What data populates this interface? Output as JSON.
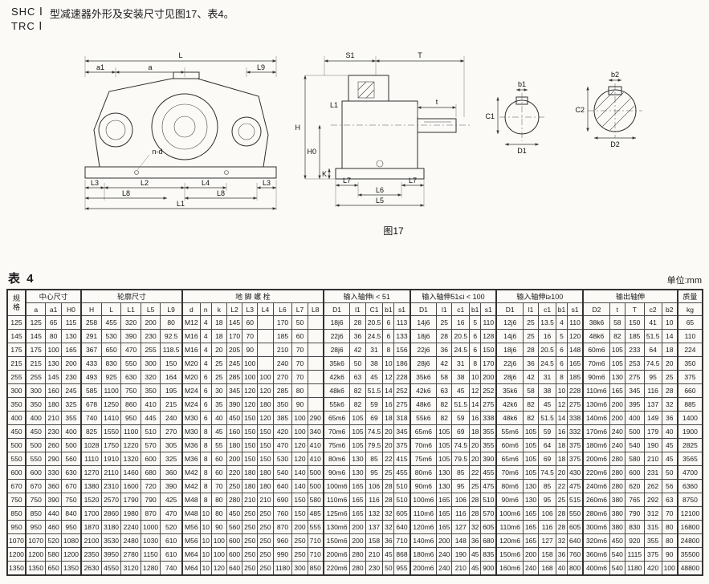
{
  "page": {
    "model_line1": "SHC Ⅰ",
    "model_line2": "TRC Ⅰ",
    "description": "型减速器外形及安装尺寸见图17、表4。"
  },
  "figure": {
    "caption": "图17",
    "labels": {
      "L": "L",
      "a": "a",
      "a1": "a1",
      "L9": "L9",
      "n_d": "n-d",
      "L2": "L2",
      "L3": "L3",
      "L4": "L4",
      "L8": "L8",
      "L1": "L1",
      "S1": "S1",
      "T": "T",
      "t": "t",
      "H": "H",
      "H0": "H0",
      "K": "K",
      "L7": "L7",
      "L6": "L6",
      "L5": "L5",
      "b1": "b1",
      "C1": "C1",
      "D1": "D1",
      "b2": "b2",
      "C2": "C2",
      "D2": "D2"
    }
  },
  "table": {
    "title": "表 4",
    "unit": "单位:mm",
    "header_groups": [
      {
        "id": "spec",
        "label": "规格"
      },
      {
        "id": "center",
        "label": "中心尺寸",
        "cols": [
          "a",
          "a1",
          "H0"
        ]
      },
      {
        "id": "contour",
        "label": "轮廓尺寸",
        "cols": [
          "H",
          "L",
          "L1",
          "L5",
          "L9"
        ]
      },
      {
        "id": "bolts",
        "label": "地 脚 螺 栓",
        "cols": [
          "d",
          "n",
          "k",
          "L2",
          "L3",
          "L4",
          "L6",
          "L7",
          "L8"
        ]
      },
      {
        "id": "input-lt51",
        "label": "输入轴伸i < 51",
        "cols": [
          "D1",
          "l1",
          "C1",
          "b1",
          "s1"
        ]
      },
      {
        "id": "input-51-100",
        "label": "输入轴伸51≤i < 100",
        "cols": [
          "D1",
          "l1",
          "c1",
          "b1",
          "s1"
        ]
      },
      {
        "id": "input-ge100",
        "label": "输入轴伸i≥100",
        "cols": [
          "D1",
          "l1",
          "c1",
          "b1",
          "s1"
        ]
      },
      {
        "id": "output",
        "label": "输出轴伸",
        "cols": [
          "D2",
          "t",
          "T",
          "c2",
          "b2"
        ]
      },
      {
        "id": "mass",
        "label": "质量",
        "cols": [
          "kg"
        ]
      }
    ],
    "rows": [
      [
        "125",
        "125",
        "65",
        "115",
        "258",
        "455",
        "320",
        "200",
        "80",
        "M12",
        "4",
        "18",
        "145",
        "60",
        "",
        "170",
        "50",
        "",
        "18j6",
        "28",
        "20.5",
        "6",
        "113",
        "14j6",
        "25",
        "16",
        "5",
        "110",
        "12j6",
        "25",
        "13.5",
        "4",
        "110",
        "38k6",
        "58",
        "150",
        "41",
        "10",
        "65"
      ],
      [
        "145",
        "145",
        "80",
        "130",
        "291",
        "530",
        "390",
        "230",
        "92.5",
        "M16",
        "4",
        "18",
        "170",
        "70",
        "",
        "185",
        "60",
        "",
        "22j6",
        "36",
        "24.5",
        "6",
        "133",
        "18j6",
        "28",
        "20.5",
        "6",
        "128",
        "14j6",
        "25",
        "16",
        "5",
        "120",
        "48k6",
        "82",
        "185",
        "51.5",
        "14",
        "110"
      ],
      [
        "175",
        "175",
        "100",
        "165",
        "367",
        "650",
        "470",
        "255",
        "118.5",
        "M16",
        "4",
        "20",
        "205",
        "90",
        "",
        "210",
        "70",
        "",
        "28j6",
        "42",
        "31",
        "8",
        "156",
        "22j6",
        "36",
        "24.5",
        "6",
        "150",
        "18j6",
        "28",
        "20.5",
        "6",
        "148",
        "60m6",
        "105",
        "233",
        "64",
        "18",
        "224"
      ],
      [
        "215",
        "215",
        "130",
        "200",
        "433",
        "830",
        "550",
        "300",
        "150",
        "M20",
        "4",
        "25",
        "245",
        "100",
        "",
        "240",
        "70",
        "",
        "35k6",
        "50",
        "38",
        "10",
        "186",
        "28j6",
        "42",
        "31",
        "8",
        "170",
        "22j6",
        "36",
        "24.5",
        "6",
        "165",
        "70m6",
        "105",
        "253",
        "74.5",
        "20",
        "350"
      ],
      [
        "255",
        "255",
        "145",
        "230",
        "493",
        "925",
        "630",
        "320",
        "164",
        "M20",
        "6",
        "25",
        "285",
        "100",
        "100",
        "270",
        "70",
        "",
        "42k6",
        "63",
        "45",
        "12",
        "228",
        "35k6",
        "58",
        "38",
        "10",
        "200",
        "28j6",
        "42",
        "31",
        "8",
        "185",
        "90m6",
        "130",
        "275",
        "95",
        "25",
        "375"
      ],
      [
        "300",
        "300",
        "160",
        "245",
        "585",
        "1100",
        "750",
        "350",
        "195",
        "M24",
        "6",
        "30",
        "345",
        "120",
        "120",
        "285",
        "80",
        "",
        "48k6",
        "82",
        "51.5",
        "14",
        "252",
        "42k6",
        "63",
        "45",
        "12",
        "252",
        "35k6",
        "58",
        "38",
        "10",
        "228",
        "110m6",
        "165",
        "345",
        "116",
        "28",
        "660"
      ],
      [
        "350",
        "350",
        "180",
        "325",
        "678",
        "1250",
        "860",
        "410",
        "215",
        "M24",
        "6",
        "35",
        "390",
        "120",
        "180",
        "350",
        "90",
        "",
        "55k6",
        "82",
        "59",
        "16",
        "275",
        "48k6",
        "82",
        "51.5",
        "14",
        "275",
        "42k6",
        "82",
        "45",
        "12",
        "275",
        "130m6",
        "200",
        "395",
        "137",
        "32",
        "885"
      ],
      [
        "400",
        "400",
        "210",
        "355",
        "740",
        "1410",
        "950",
        "445",
        "240",
        "M30",
        "6",
        "40",
        "450",
        "150",
        "120",
        "385",
        "100",
        "290",
        "65m6",
        "105",
        "69",
        "18",
        "318",
        "55k6",
        "82",
        "59",
        "16",
        "338",
        "48k6",
        "82",
        "51.5",
        "14",
        "338",
        "140m6",
        "200",
        "400",
        "149",
        "36",
        "1400"
      ],
      [
        "450",
        "450",
        "230",
        "400",
        "825",
        "1550",
        "1100",
        "510",
        "270",
        "M30",
        "8",
        "45",
        "160",
        "150",
        "150",
        "420",
        "100",
        "340",
        "70m6",
        "105",
        "74.5",
        "20",
        "345",
        "65m6",
        "105",
        "69",
        "18",
        "355",
        "55m6",
        "105",
        "59",
        "16",
        "332",
        "170m6",
        "240",
        "500",
        "179",
        "40",
        "1900"
      ],
      [
        "500",
        "500",
        "260",
        "500",
        "1028",
        "1750",
        "1220",
        "570",
        "305",
        "M36",
        "8",
        "55",
        "180",
        "150",
        "150",
        "470",
        "120",
        "410",
        "75m6",
        "105",
        "79.5",
        "20",
        "375",
        "70m6",
        "105",
        "74.5",
        "20",
        "355",
        "60m6",
        "105",
        "64",
        "18",
        "375",
        "180m6",
        "240",
        "540",
        "190",
        "45",
        "2825"
      ],
      [
        "550",
        "550",
        "290",
        "560",
        "1110",
        "1910",
        "1320",
        "600",
        "325",
        "M36",
        "8",
        "60",
        "200",
        "150",
        "150",
        "530",
        "120",
        "410",
        "80m6",
        "130",
        "85",
        "22",
        "415",
        "75m6",
        "105",
        "79.5",
        "20",
        "390",
        "65m6",
        "105",
        "69",
        "18",
        "375",
        "200m6",
        "280",
        "580",
        "210",
        "45",
        "3565"
      ],
      [
        "600",
        "600",
        "330",
        "630",
        "1270",
        "2110",
        "1460",
        "680",
        "360",
        "M42",
        "8",
        "60",
        "220",
        "180",
        "180",
        "540",
        "140",
        "500",
        "90m6",
        "130",
        "95",
        "25",
        "455",
        "80m6",
        "130",
        "85",
        "22",
        "455",
        "70m6",
        "105",
        "74.5",
        "20",
        "430",
        "220m6",
        "280",
        "600",
        "231",
        "50",
        "4700"
      ],
      [
        "670",
        "670",
        "360",
        "670",
        "1380",
        "2310",
        "1600",
        "720",
        "390",
        "M42",
        "8",
        "70",
        "250",
        "180",
        "180",
        "640",
        "140",
        "500",
        "100m6",
        "165",
        "106",
        "28",
        "510",
        "90m6",
        "130",
        "95",
        "25",
        "475",
        "80m6",
        "130",
        "85",
        "22",
        "475",
        "240m6",
        "280",
        "620",
        "262",
        "56",
        "6360"
      ],
      [
        "750",
        "750",
        "390",
        "750",
        "1520",
        "2570",
        "1790",
        "790",
        "425",
        "M48",
        "8",
        "80",
        "280",
        "210",
        "210",
        "690",
        "150",
        "580",
        "110m6",
        "165",
        "116",
        "28",
        "510",
        "100m6",
        "165",
        "106",
        "28",
        "510",
        "90m6",
        "130",
        "95",
        "25",
        "515",
        "260m6",
        "380",
        "765",
        "292",
        "63",
        "8750"
      ],
      [
        "850",
        "850",
        "440",
        "840",
        "1700",
        "2860",
        "1980",
        "870",
        "470",
        "M48",
        "10",
        "80",
        "450",
        "250",
        "250",
        "760",
        "150",
        "485",
        "125m6",
        "165",
        "132",
        "32",
        "605",
        "110m6",
        "165",
        "116",
        "28",
        "570",
        "100m6",
        "165",
        "106",
        "28",
        "550",
        "280m6",
        "380",
        "790",
        "312",
        "70",
        "12100"
      ],
      [
        "950",
        "950",
        "460",
        "950",
        "1870",
        "3180",
        "2240",
        "1000",
        "520",
        "M56",
        "10",
        "90",
        "560",
        "250",
        "250",
        "870",
        "200",
        "555",
        "130m6",
        "200",
        "137",
        "32",
        "640",
        "120m6",
        "165",
        "127",
        "32",
        "605",
        "110m6",
        "165",
        "116",
        "28",
        "605",
        "300m6",
        "380",
        "830",
        "315",
        "80",
        "16800"
      ],
      [
        "1070",
        "1070",
        "520",
        "1080",
        "2100",
        "3530",
        "2480",
        "1030",
        "610",
        "M56",
        "10",
        "100",
        "600",
        "250",
        "250",
        "960",
        "250",
        "710",
        "150m6",
        "200",
        "158",
        "36",
        "710",
        "140m6",
        "200",
        "148",
        "36",
        "680",
        "120m6",
        "165",
        "127",
        "32",
        "640",
        "320m6",
        "450",
        "920",
        "355",
        "80",
        "24800"
      ],
      [
        "1200",
        "1200",
        "580",
        "1200",
        "2350",
        "3950",
        "2780",
        "1150",
        "610",
        "M64",
        "10",
        "100",
        "600",
        "250",
        "250",
        "990",
        "250",
        "710",
        "200m6",
        "280",
        "210",
        "45",
        "868",
        "180m6",
        "240",
        "190",
        "45",
        "835",
        "150m6",
        "200",
        "158",
        "36",
        "760",
        "360m6",
        "540",
        "1115",
        "375",
        "90",
        "35500"
      ],
      [
        "1350",
        "1350",
        "650",
        "1350",
        "2630",
        "4550",
        "3120",
        "1280",
        "740",
        "M64",
        "10",
        "120",
        "640",
        "250",
        "250",
        "1180",
        "300",
        "850",
        "220m6",
        "280",
        "230",
        "50",
        "955",
        "200m6",
        "240",
        "210",
        "45",
        "900",
        "160m6",
        "240",
        "168",
        "40",
        "800",
        "400m6",
        "540",
        "1180",
        "420",
        "100",
        "48800"
      ]
    ]
  }
}
